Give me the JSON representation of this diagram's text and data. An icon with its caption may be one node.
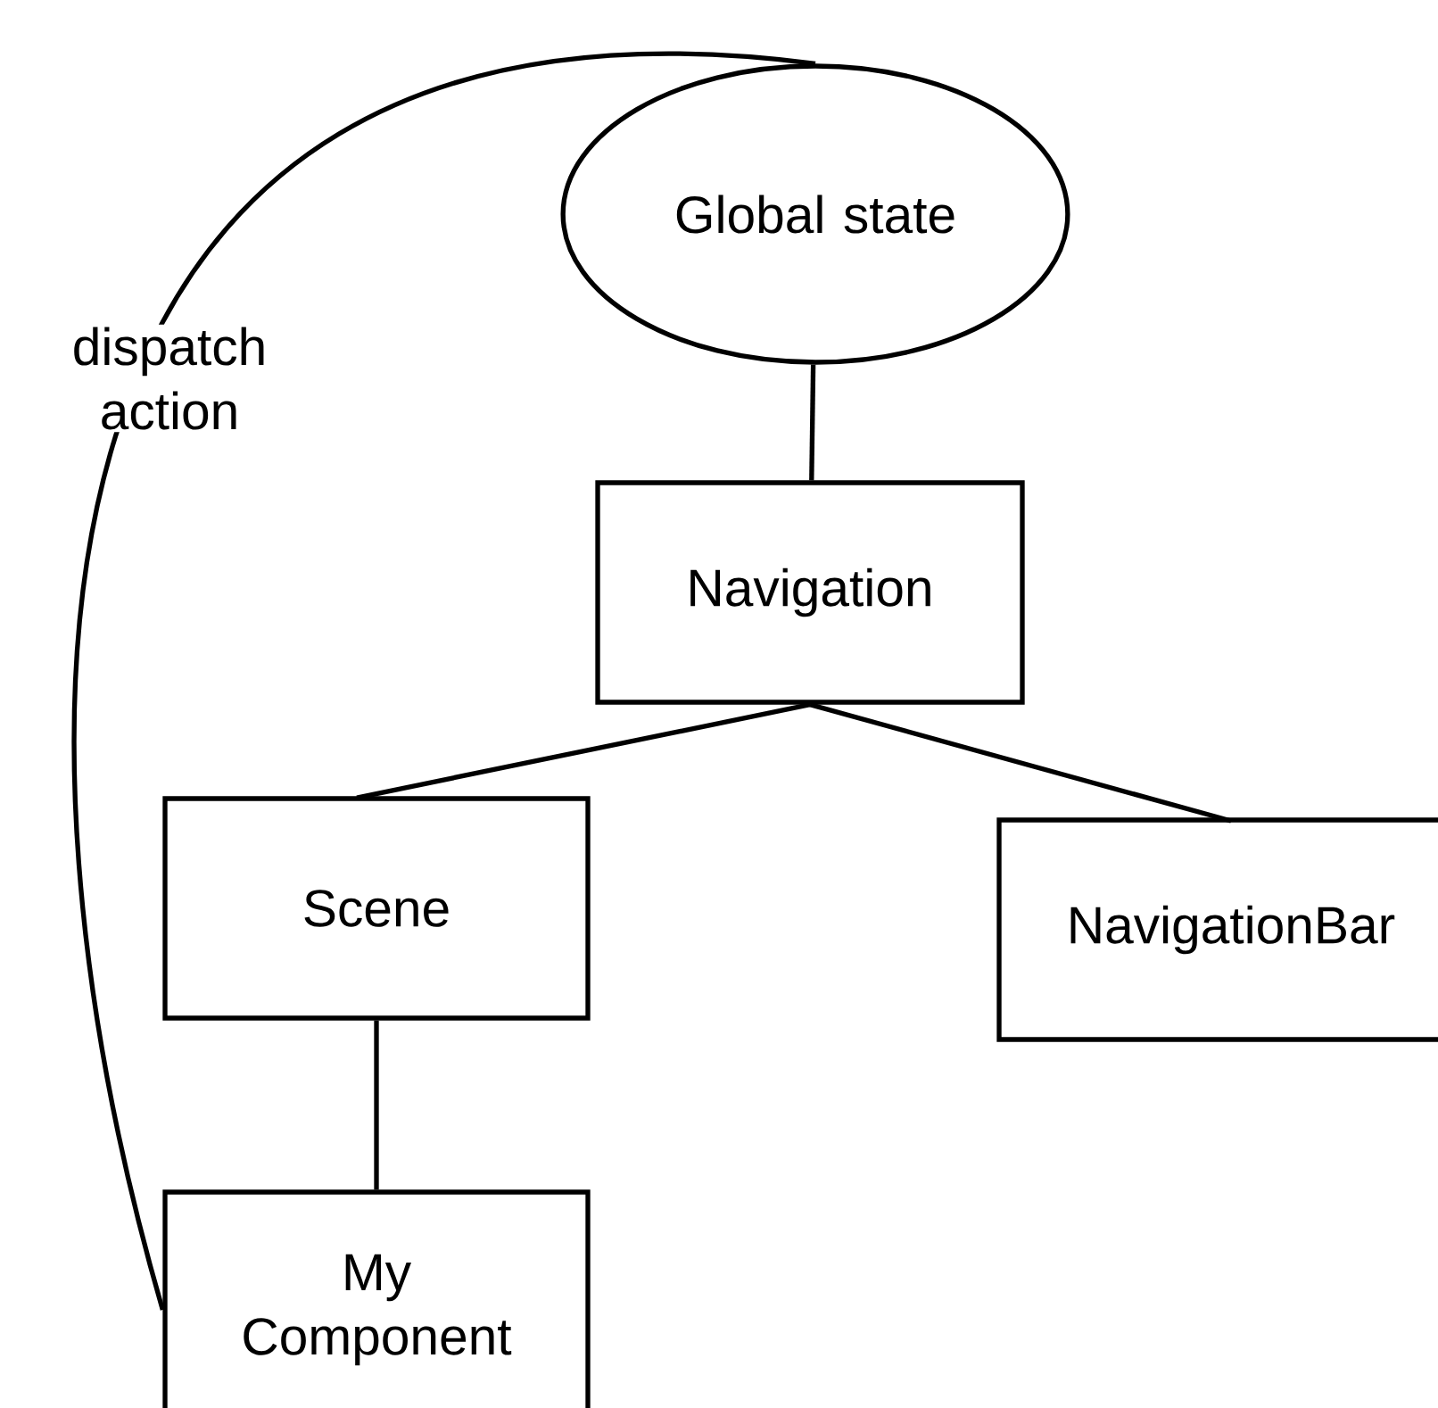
{
  "diagram": {
    "nodes": [
      {
        "text": [
          "Global state"
        ]
      },
      {
        "text": [
          "Navigation"
        ]
      },
      {
        "text": [
          "Scene"
        ]
      },
      {
        "text": [
          "NavigationBar"
        ]
      },
      {
        "text": [
          "My Component"
        ]
      }
    ],
    "edges": [
      {
        "from": 0,
        "to": 1,
        "arrow": "none"
      },
      {
        "from": 1,
        "to": 2,
        "arrow": "none"
      },
      {
        "from": 1,
        "to": 3,
        "arrow": "none"
      },
      {
        "from": 2,
        "to": 4,
        "arrow": "none"
      },
      {
        "from": 4,
        "to": 0,
        "arrow": "none",
        "label": "dispatch action"
      }
    ]
  }
}
